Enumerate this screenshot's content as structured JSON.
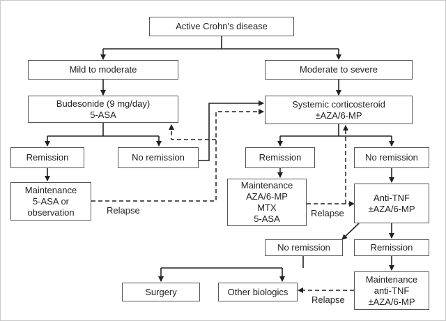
{
  "nodes": {
    "active": [
      "Active Crohn's disease"
    ],
    "mild": [
      "Mild to moderate"
    ],
    "severe": [
      "Moderate to severe"
    ],
    "budesonide": [
      "Budesonide (9 mg/day)",
      "5-ASA"
    ],
    "steroid": [
      "Systemic corticosteroid",
      "±AZA/6-MP"
    ],
    "remission_left": [
      "Remission"
    ],
    "no_remission_left": [
      "No remission"
    ],
    "remission_mid": [
      "Remission"
    ],
    "no_remission_right": [
      "No remission"
    ],
    "maint_left": [
      "Maintenance",
      "5-ASA or",
      "observation"
    ],
    "maint_mid": [
      "Maintenance",
      "AZA/6-MP",
      "MTX",
      "5-ASA"
    ],
    "anti_tnf": [
      "Anti-TNF",
      "±AZA/6-MP"
    ],
    "no_remission_low": [
      "No remission"
    ],
    "remission_low": [
      "Remission"
    ],
    "surgery": [
      "Surgery"
    ],
    "other_bio": [
      "Other biologics"
    ],
    "maint_right": [
      "Maintenance",
      "anti-TNF",
      "±AZA/6-MP"
    ]
  },
  "edge_labels": {
    "relapse_left": "Relapse",
    "relapse_mid": "Relapse",
    "relapse_bottom": "Relapse"
  }
}
